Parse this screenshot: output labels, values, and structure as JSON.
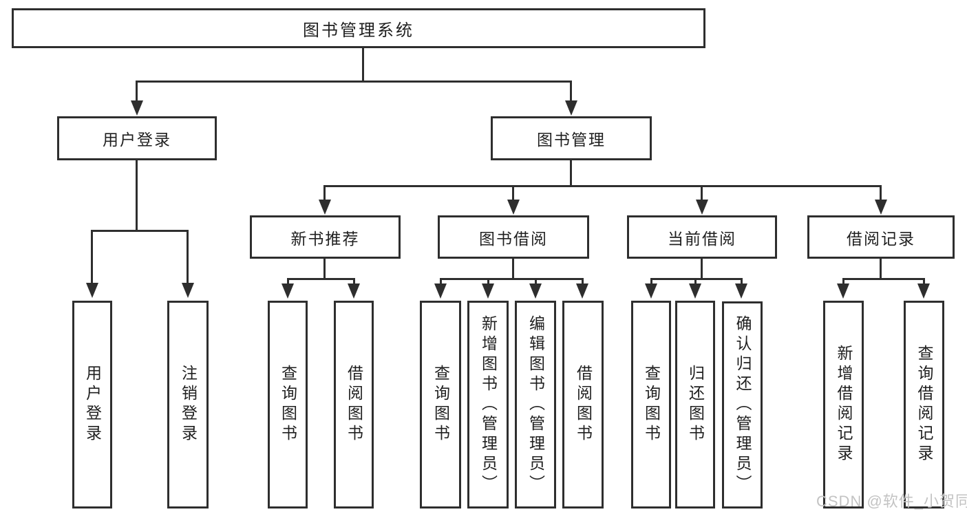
{
  "colors": {
    "line": "#2e2e2e",
    "text": "#1f1f1f",
    "watermark": "#c3c3c3",
    "background": "#ffffff"
  },
  "tree": {
    "root": {
      "label": "图书管理系统"
    },
    "branches": [
      {
        "label": "用户登录",
        "children": [
          "用户登录",
          "注销登录"
        ]
      },
      {
        "label": "图书管理",
        "sections": [
          {
            "label": "新书推荐",
            "children": [
              "查询图书",
              "借阅图书"
            ]
          },
          {
            "label": "图书借阅",
            "children": [
              "查询图书",
              "新增图书（管理员）",
              "编辑图书（管理员）",
              "借阅图书"
            ]
          },
          {
            "label": "当前借阅",
            "children": [
              "查询图书",
              "归还图书",
              "确认归还（管理员）"
            ]
          },
          {
            "label": "借阅记录",
            "children": [
              "新增借阅记录",
              "查询借阅记录"
            ]
          }
        ]
      }
    ]
  },
  "watermark": "CSDN @软件_小贺同学"
}
